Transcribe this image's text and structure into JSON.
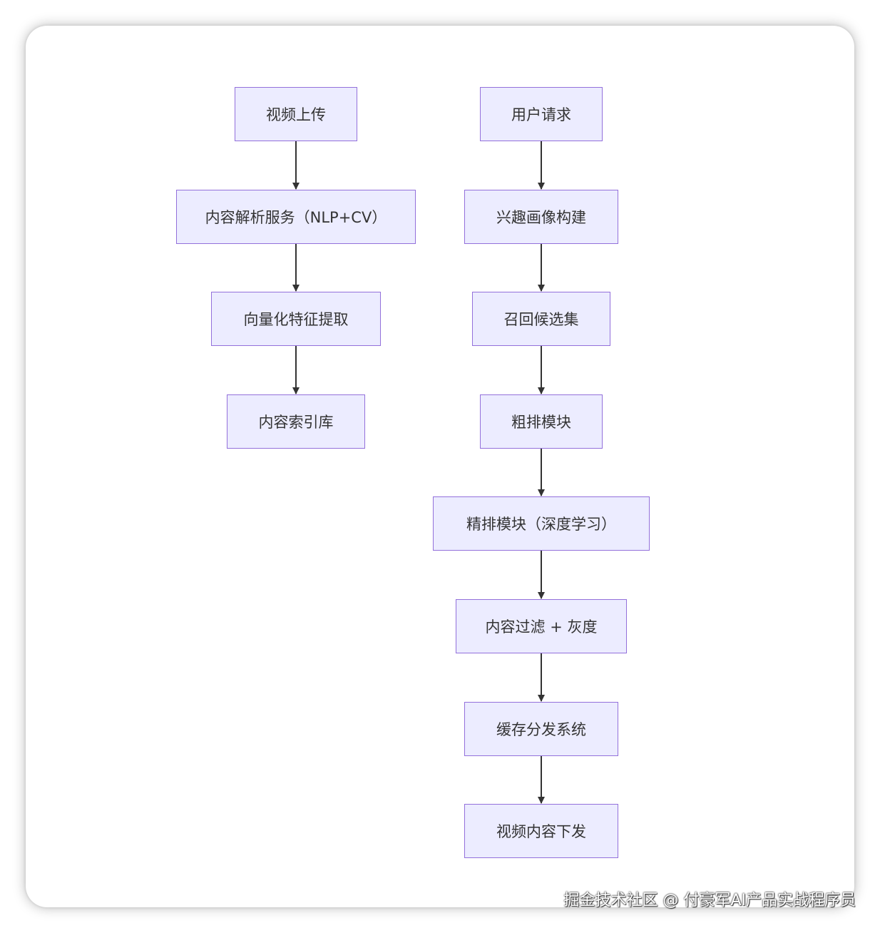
{
  "diagram": {
    "colors": {
      "node_fill": "#ECECFF",
      "node_border": "#9370DB",
      "edge": "#333333",
      "text": "#333333"
    },
    "nodes": {
      "upload": "视频上传",
      "parse": "内容解析服务（NLP+CV）",
      "vector": "向量化特征提取",
      "index": "内容索引库",
      "request": "用户请求",
      "profile": "兴趣画像构建",
      "recall": "召回候选集",
      "coarse": "粗排模块",
      "fine": "精排模块（深度学习）",
      "filter": "内容过滤 + 灰度",
      "cache": "缓存分发系统",
      "deliver": "视频内容下发"
    },
    "edges": [
      [
        "upload",
        "parse"
      ],
      [
        "parse",
        "vector"
      ],
      [
        "vector",
        "index"
      ],
      [
        "request",
        "profile"
      ],
      [
        "profile",
        "recall"
      ],
      [
        "recall",
        "coarse"
      ],
      [
        "coarse",
        "fine"
      ],
      [
        "fine",
        "filter"
      ],
      [
        "filter",
        "cache"
      ],
      [
        "cache",
        "deliver"
      ]
    ]
  },
  "watermark": "掘金技术社区 @ 付豪军AI产品实战程序员"
}
